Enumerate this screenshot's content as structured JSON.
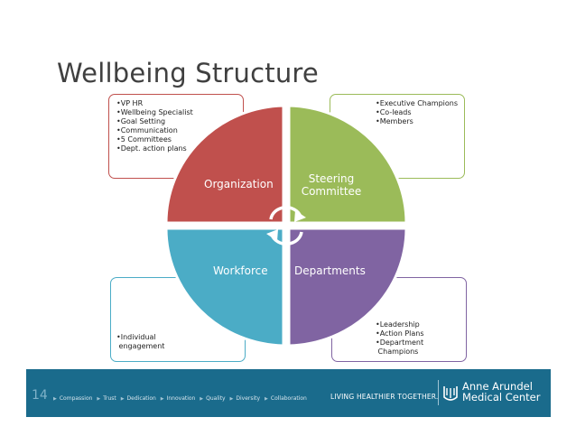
{
  "slide": {
    "title": "Wellbeing Structure",
    "page_number": "14"
  },
  "quadrants": [
    {
      "id": "organization",
      "label": "Organization",
      "color": "#c0504d",
      "items": [
        "•VP HR",
        "•Wellbeing Specialist",
        "•Goal Setting",
        "•Communication",
        "•5 Committees",
        "•Dept. action plans"
      ]
    },
    {
      "id": "steering",
      "label_lines": [
        "Steering",
        "Committee"
      ],
      "color": "#9bbb59",
      "items": [
        "•Executive Champions",
        "•Co-leads",
        "•Members"
      ]
    },
    {
      "id": "workforce",
      "label": "Workforce",
      "color": "#4bacc6",
      "items": [
        "•Individual",
        " engagement"
      ]
    },
    {
      "id": "departments",
      "label": "Departments",
      "color": "#8064a2",
      "items": [
        "•Leadership",
        "•Action Plans",
        "•Department",
        " Champions"
      ]
    }
  ],
  "footer": {
    "values": [
      "Compassion",
      "Trust",
      "Dedication",
      "Innovation",
      "Quality",
      "Diversity",
      "Collaboration"
    ],
    "tagline": "LIVING HEALTHIER TOGETHER.",
    "logo_line1": "Anne Arundel",
    "logo_line2": "Medical Center",
    "bg_color": "#1a6b8c"
  }
}
